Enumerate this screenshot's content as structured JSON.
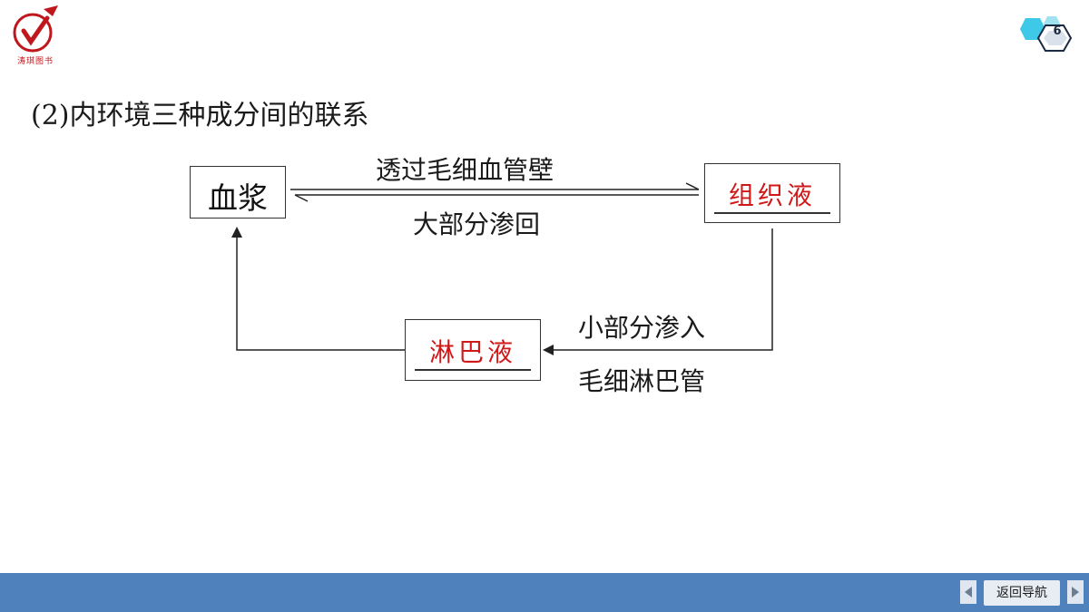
{
  "brand": {
    "logo_text": "红对勾",
    "publisher": "涛琪图书"
  },
  "page_number": "6",
  "heading": "(2)内环境三种成分间的联系",
  "diagram": {
    "plasma": "血浆",
    "tissue_fluid": "组织液",
    "lymph": "淋巴液",
    "arrow_plasma_to_tissue": "透过毛细血管壁",
    "arrow_tissue_to_plasma": "大部分渗回",
    "arrow_tissue_to_lymph_top": "小部分渗入",
    "arrow_tissue_to_lymph_bottom": "毛细淋巴管"
  },
  "colors": {
    "answer_red": "#d01818",
    "footer_blue": "#4f81bd",
    "badge_cyan": "#3ec9e8"
  },
  "nav": {
    "back_label": "返回导航"
  }
}
